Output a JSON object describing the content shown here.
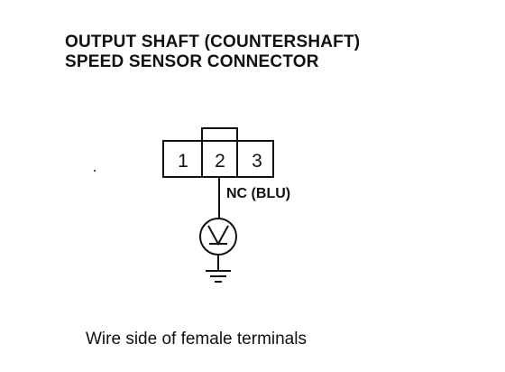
{
  "title": {
    "line1": "OUTPUT SHAFT (COUNTERSHAFT)",
    "line2": "SPEED SENSOR CONNECTOR"
  },
  "connector": {
    "pins": [
      "1",
      "2",
      "3"
    ]
  },
  "wire": {
    "label": "NC (BLU)"
  },
  "meter": {
    "icon": "voltmeter-icon"
  },
  "ground": {
    "icon": "ground-icon"
  },
  "caption": "Wire side of female terminals"
}
